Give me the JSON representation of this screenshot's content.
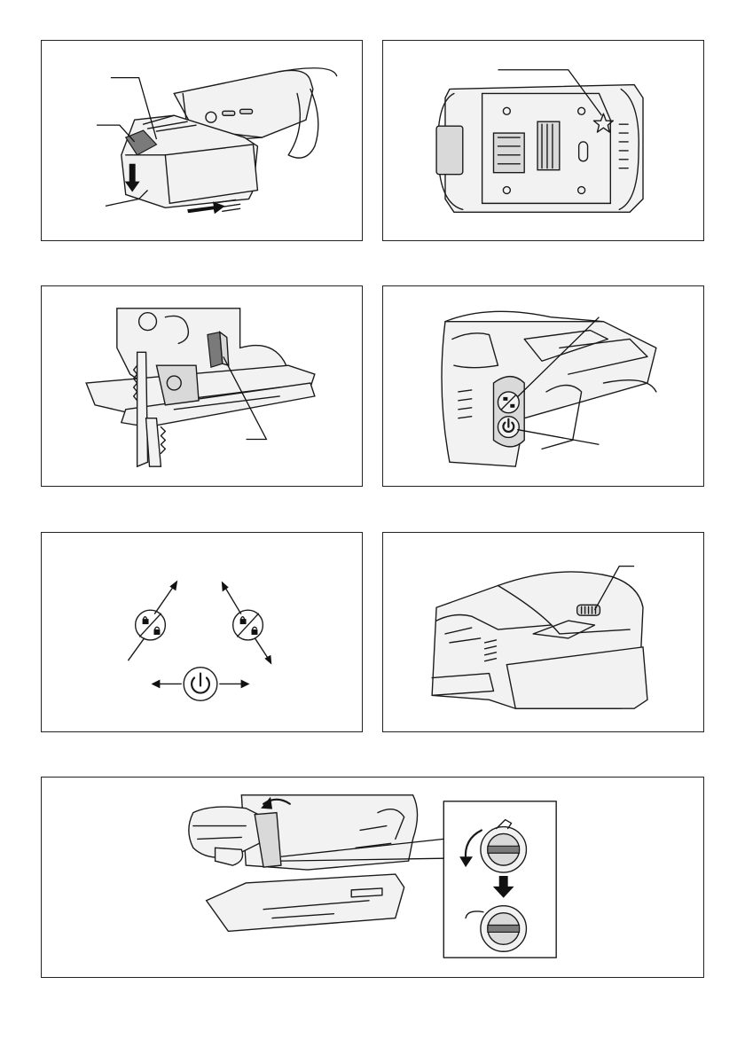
{
  "figures": [
    {
      "id": "fig-1",
      "subject": "battery-cartridge-removal",
      "icons": [
        "battery-icon",
        "button-icon",
        "slide-arrow-icon"
      ]
    },
    {
      "id": "fig-2",
      "subject": "battery-terminal-view",
      "icons": [
        "star-indicator-icon"
      ]
    },
    {
      "id": "fig-3",
      "subject": "blade-guard-lever",
      "icons": [
        "lever-icon"
      ]
    },
    {
      "id": "fig-4",
      "subject": "switch-panel",
      "icons": [
        "lock-unlock-icon",
        "power-icon"
      ]
    },
    {
      "id": "fig-5",
      "subject": "switch-operation-diagram",
      "icons": [
        "lock-unlock-icon",
        "power-icon",
        "arrow-icon"
      ]
    },
    {
      "id": "fig-6",
      "subject": "speed-dial",
      "icons": [
        "dial-icon"
      ]
    },
    {
      "id": "fig-7",
      "subject": "blade-clamp-lever",
      "icons": [
        "lever-detail-icon",
        "rotate-arrow-icon"
      ]
    }
  ],
  "colors": {
    "line": "#1a1a1a",
    "fill_light": "#f2f2f2",
    "fill_mid": "#d9d9d9",
    "fill_dark": "#7a7a7a"
  }
}
